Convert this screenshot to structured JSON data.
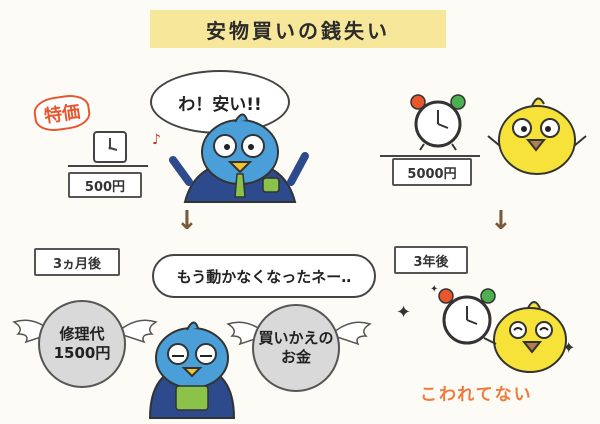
{
  "title": "安物買いの銭失い",
  "left": {
    "badge": "特価",
    "price": "500円",
    "speech": "わ！安い!!",
    "period": "3ヵ月後",
    "speech2": "もう動かなくなったネー‥",
    "coin_left_line1": "修理代",
    "coin_left_line2": "1500円",
    "coin_right_line1": "買いかえの",
    "coin_right_line2": "お金"
  },
  "right": {
    "price": "5000円",
    "period": "3年後",
    "result": "こわれてない"
  },
  "colors": {
    "title_bg": "#f6e79b",
    "accent_red": "#e8562e",
    "accent_orange": "#f07a3c",
    "bird_blue": "#4a9fd8",
    "bird_yellow": "#f7e23a"
  }
}
